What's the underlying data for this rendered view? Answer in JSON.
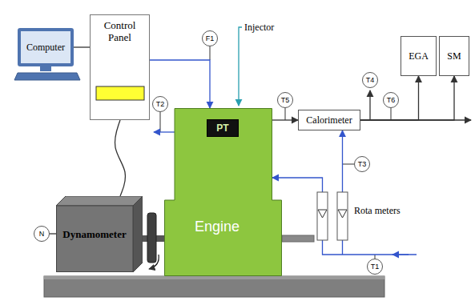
{
  "diagram": {
    "nodes": [
      {
        "text": [
          "Computer"
        ]
      },
      {
        "text": [
          "Control Panel"
        ]
      },
      {
        "text": [
          "F1"
        ]
      },
      {
        "text": [
          "T2"
        ]
      },
      {
        "text": [
          "T5"
        ]
      },
      {
        "text": [
          "T4"
        ]
      },
      {
        "text": [
          "Calorimeter"
        ]
      },
      {
        "text": [
          "T6"
        ]
      },
      {
        "text": [
          "EGA"
        ]
      },
      {
        "text": [
          "SM"
        ]
      },
      {
        "text": [
          "Engine"
        ]
      },
      {
        "text": [
          "PT"
        ],
        "in": 10
      },
      {
        "text": [
          "T3"
        ]
      },
      {
        "text": [
          "Dynamometer"
        ]
      },
      {
        "text": [
          "N"
        ]
      },
      {
        "text": [
          "Rota meters"
        ]
      },
      {
        "text": [
          "T1"
        ]
      }
    ],
    "edges": [
      {
        "from": 0,
        "to": 1,
        "arrow": "none"
      },
      {
        "from": 1,
        "to": 10,
        "arrow": "to"
      },
      {
        "from": 1,
        "to": 13,
        "arrow": "none"
      },
      {
        "from": 14,
        "to": 13,
        "arrow": "none"
      },
      {
        "from": 10,
        "to": 6,
        "arrow": "to"
      },
      {
        "from": 6,
        "to": 8,
        "arrow": "to"
      },
      {
        "from": 6,
        "to": 9,
        "arrow": "to"
      },
      {
        "from": 15,
        "to": 10,
        "arrow": "to"
      },
      {
        "from": 15,
        "to": 6,
        "arrow": "to"
      }
    ],
    "labels": [
      "Injector"
    ]
  }
}
